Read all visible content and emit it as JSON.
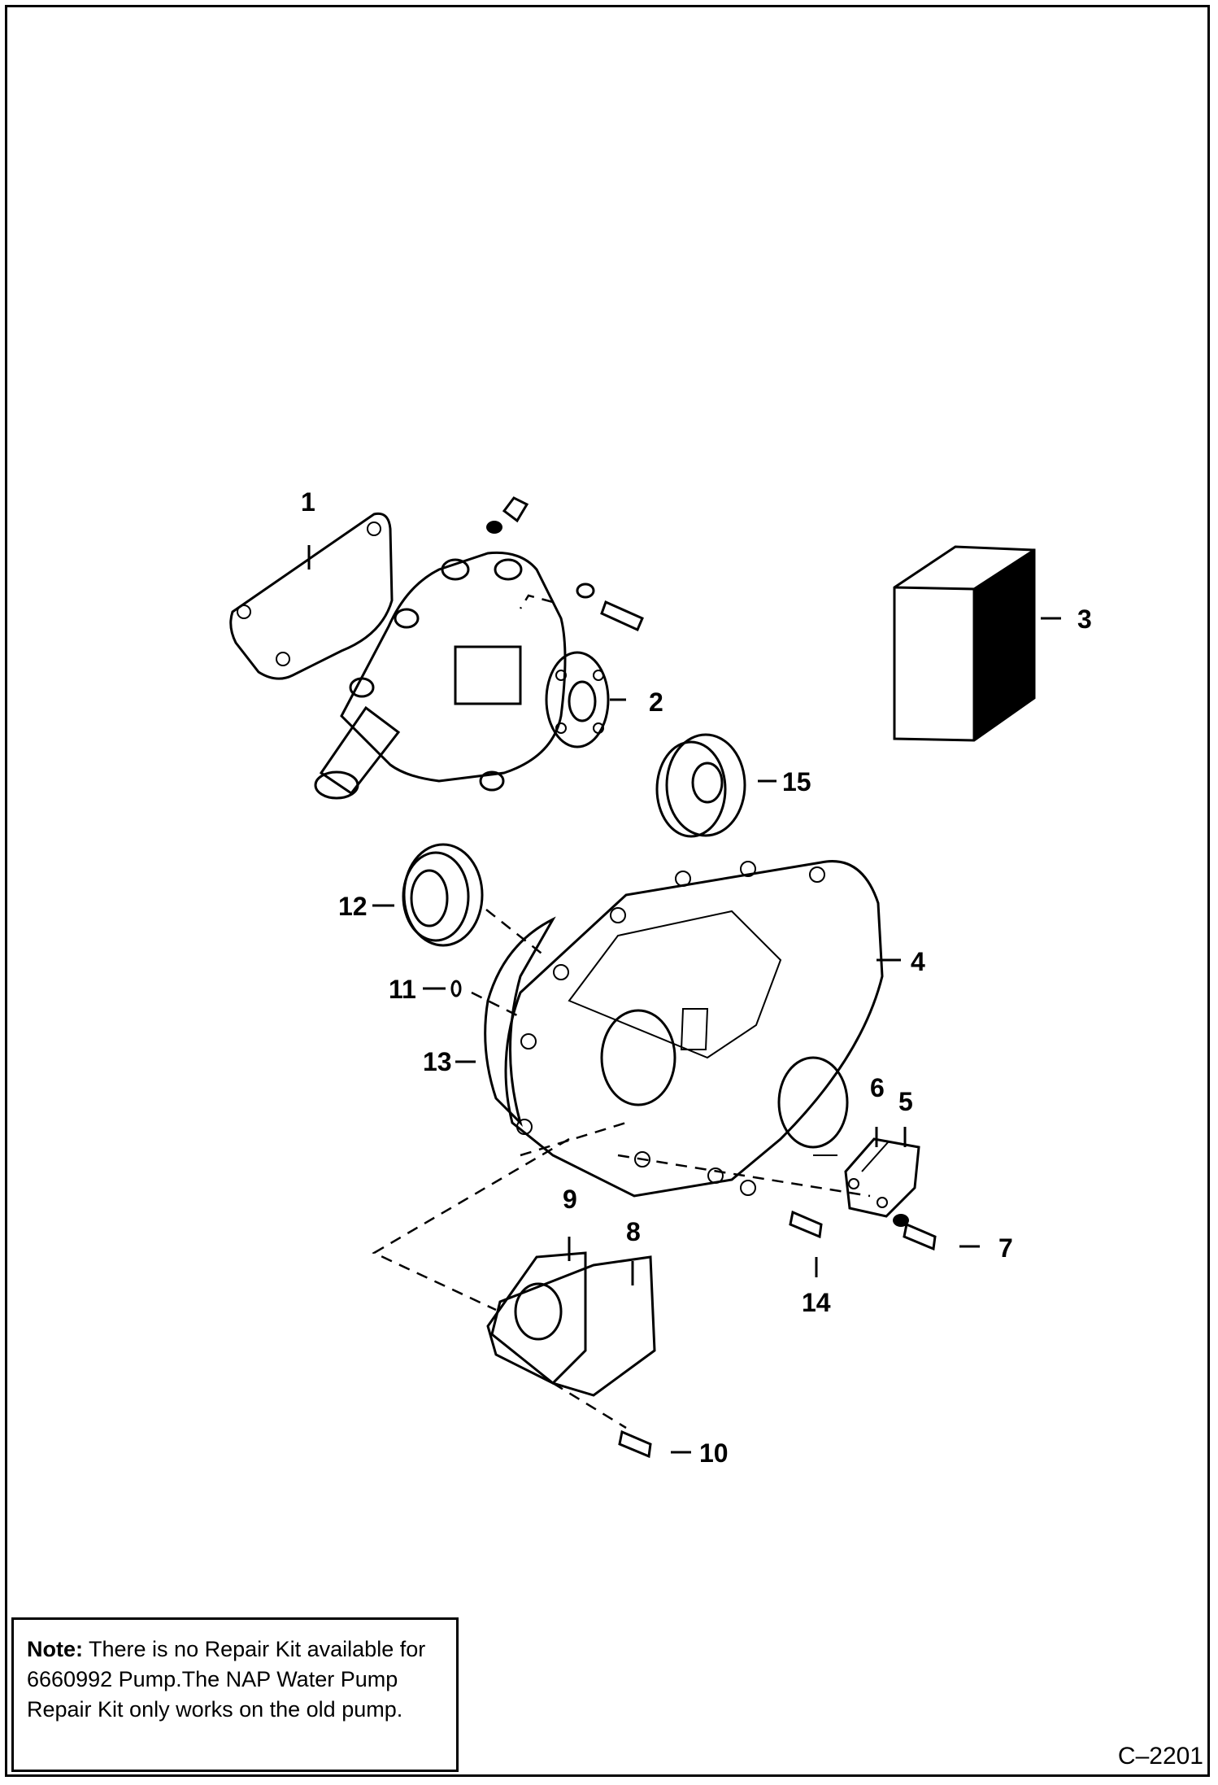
{
  "callouts": {
    "c1": "1",
    "c2": "2",
    "c3": "3",
    "c4": "4",
    "c5": "5",
    "c6": "6",
    "c7": "7",
    "c8": "8",
    "c9": "9",
    "c10": "10",
    "c11": "11",
    "c12": "12",
    "c13": "13",
    "c14": "14",
    "c15": "15"
  },
  "note": {
    "label": "Note:",
    "text": "There is no Repair Kit available for 6660992 Pump.The NAP Water Pump Repair Kit only works on the old pump."
  },
  "figure_id": "C–2201"
}
